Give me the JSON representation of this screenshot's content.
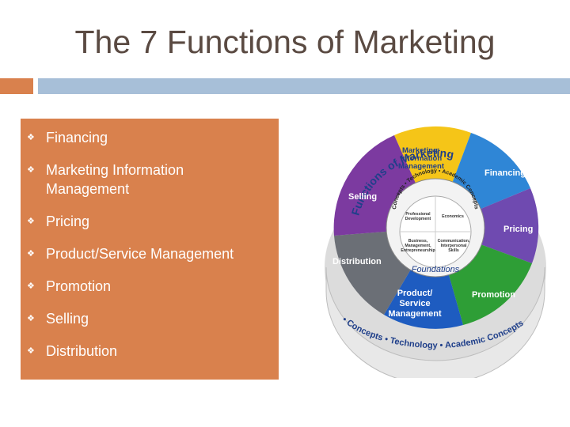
{
  "slide": {
    "title": "The 7 Functions of Marketing",
    "bullet_glyph": "❖",
    "bullets": [
      "Financing",
      "Marketing Information Management",
      "Pricing",
      "Product/Service Management",
      "Promotion",
      "Selling",
      "Distribution"
    ]
  },
  "diagram": {
    "ring_title": "Functions of Marketing",
    "segments": {
      "mim": [
        "Marketing-",
        "Information",
        "Management"
      ],
      "financing": "Financing",
      "pricing": "Pricing",
      "promotion": "Promotion",
      "psm": [
        "Product/",
        "Service",
        "Management"
      ],
      "distribution": "Distribution",
      "selling": "Selling"
    },
    "inner_ring_text": "Concepts • Technology • Academic Concepts",
    "core": {
      "professional_development": [
        "Professional",
        "Development"
      ],
      "economics": "Economics",
      "business": [
        "Business,",
        "Management,",
        "Entrepreneurship"
      ],
      "communication": [
        "Communication,",
        "Interpersonal",
        "Skills"
      ],
      "foundations": "Foundations"
    },
    "base_text": "• Concepts • Technology • Academic Concepts"
  },
  "colors": {
    "title": "#5a4a42",
    "accent_orange": "#d9814d",
    "accent_blue": "#a7bfd8",
    "mim": "#f5c518",
    "financing": "#2f86d6",
    "pricing": "#6f4ab0",
    "promotion": "#2e9e36",
    "psm": "#1e5cc0",
    "distribution": "#6b6f76",
    "selling": "#7c3aa0"
  }
}
